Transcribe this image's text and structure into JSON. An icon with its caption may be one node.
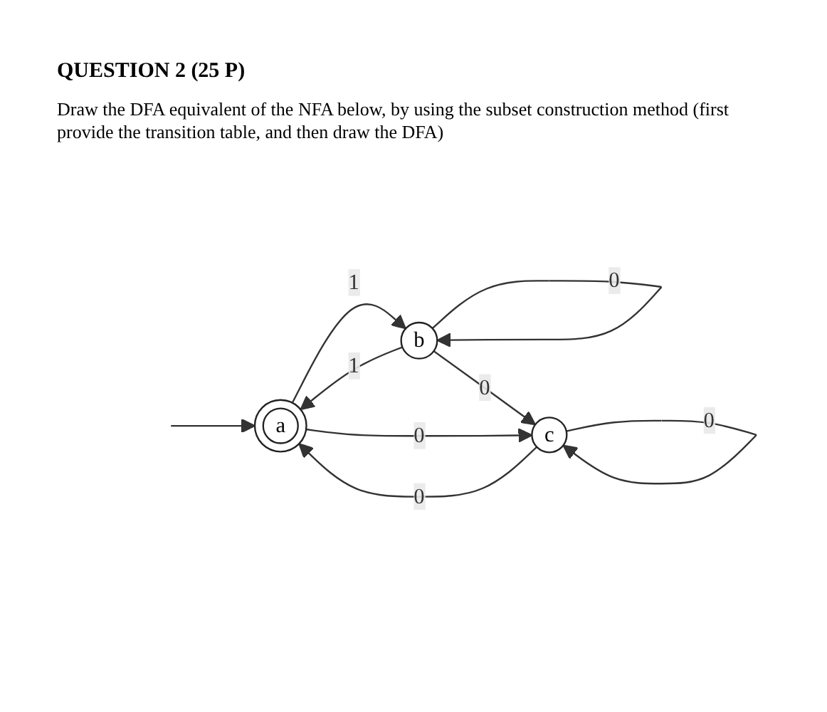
{
  "diagram": {
    "title": "QUESTION 2 (25 P)",
    "nodes": [
      {
        "text": [
          "a"
        ]
      },
      {
        "text": [
          "b"
        ]
      },
      {
        "text": [
          "c"
        ]
      }
    ],
    "edges": [
      {
        "from": null,
        "to": 0,
        "arrow": "to"
      },
      {
        "from": 0,
        "to": 1,
        "label": "1",
        "arrow": "to"
      },
      {
        "from": 1,
        "to": 0,
        "label": "1",
        "arrow": "to"
      },
      {
        "from": 1,
        "to": 1,
        "label": "0",
        "arrow": "to"
      },
      {
        "from": 1,
        "to": 2,
        "label": "0",
        "arrow": "to"
      },
      {
        "from": 2,
        "to": 0,
        "label": "0",
        "arrow": "to"
      },
      {
        "from": 0,
        "to": 2,
        "label": "0",
        "arrow": "to"
      },
      {
        "from": 2,
        "to": 2,
        "label": "0",
        "arrow": "to"
      }
    ],
    "labels": [
      "Draw the DFA equivalent of the NFA below, by using the subset construction method (first provide the transition table, and then draw the DFA)"
    ]
  }
}
